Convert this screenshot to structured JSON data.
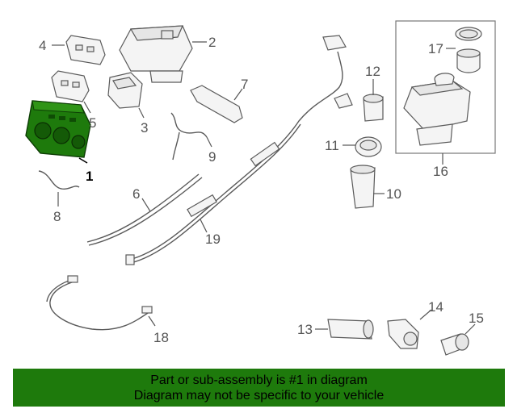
{
  "callouts": {
    "c1": "1",
    "c2": "2",
    "c3": "3",
    "c4": "4",
    "c5": "5",
    "c6": "6",
    "c7": "7",
    "c8": "8",
    "c9": "9",
    "c10": "10",
    "c11": "11",
    "c12": "12",
    "c13": "13",
    "c14": "14",
    "c15": "15",
    "c16": "16",
    "c17": "17",
    "c18": "18",
    "c19": "19"
  },
  "highlight_part": "1",
  "colors": {
    "banner_bg": "#1e7a0c",
    "highlight_part_fill": "#1e7a0c",
    "line_art": "#5a5a5a"
  },
  "banner": {
    "line1": "Part or sub-assembly is #1 in diagram",
    "line2": "Diagram may not be specific to your vehicle"
  }
}
